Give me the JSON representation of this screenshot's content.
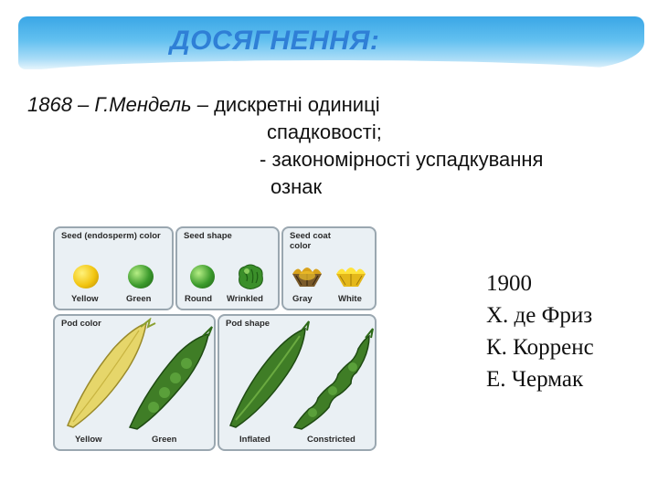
{
  "slide": {
    "title": "ДОСЯГНЕННЯ:"
  },
  "body": {
    "line1_prefix": "1868 – Г.Мендель – ",
    "line1_rest": "дискретні одиниці",
    "line2": "спадковості;",
    "line3": "- закономірності успадкування",
    "line4": "ознак"
  },
  "rediscovery": {
    "year": "1900",
    "names": [
      "Х. де Фриз",
      "К. Корренс",
      "Е. Чермак"
    ]
  },
  "diagram": {
    "panels": [
      {
        "title": "Seed (endosperm) color",
        "labels": [
          "Yellow",
          "Green"
        ]
      },
      {
        "title": "Seed shape",
        "labels": [
          "Round",
          "Wrinkled"
        ]
      },
      {
        "title": "Seed coat color",
        "labels": [
          "Gray",
          "White"
        ]
      },
      {
        "title": "Pod color",
        "labels": [
          "Yellow",
          "Green"
        ]
      },
      {
        "title": "Pod shape",
        "labels": [
          "Inflated",
          "Constricted"
        ]
      }
    ]
  },
  "colors": {
    "title": "#2f7fd6",
    "header_gradient_top": "#3aa6e6",
    "seed_yellow": "#f2c511",
    "seed_green": "#3b9a2c",
    "pod_green": "#3f7d26",
    "pod_yellow": "#e6d66a"
  }
}
